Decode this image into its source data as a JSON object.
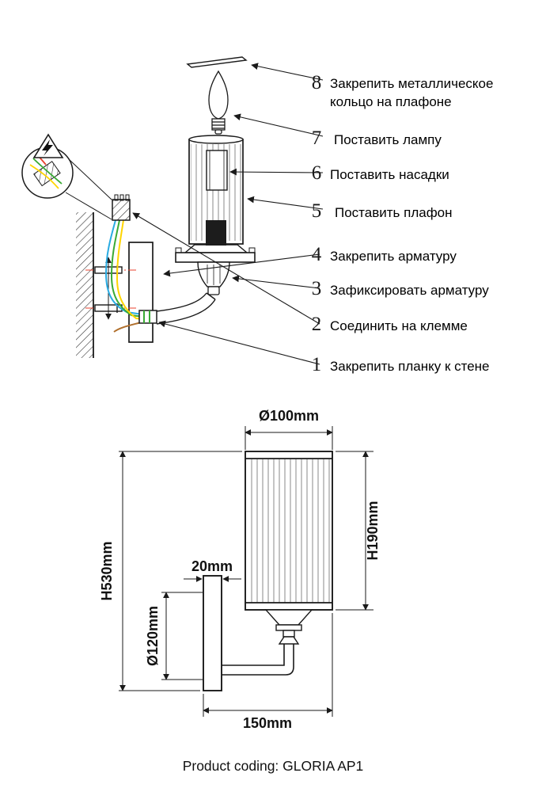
{
  "assembly": {
    "steps": [
      {
        "num": "1",
        "label": "Закрепить планку к стене"
      },
      {
        "num": "2",
        "label": "Соединить на клемме"
      },
      {
        "num": "3",
        "label": "Зафиксировать арматуру"
      },
      {
        "num": "4",
        "label": "Закрепить арматуру"
      },
      {
        "num": "5",
        "label": "Поставить плафон"
      },
      {
        "num": "6",
        "label": "Поставить насадки"
      },
      {
        "num": "7",
        "label": "Поставить лампу"
      },
      {
        "num": "8",
        "label_line1": "Закрепить металлическое",
        "label_line2": "кольцо на плафоне"
      }
    ]
  },
  "dimensions": {
    "shade_diameter": "Ø100mm",
    "shade_height": "H190mm",
    "total_height": "H530mm",
    "bracket_depth": "20mm",
    "backplate_diameter": "Ø120mm",
    "projection": "150mm"
  },
  "footer": {
    "product_coding": "Product coding: GLORIA AP1"
  },
  "colors": {
    "line": "#1a1a1a",
    "wire_blue": "#29abe2",
    "wire_green": "#3aaa35",
    "wire_yellow": "#ffd500",
    "wire_brown": "#b06f2c",
    "centerline_red": "#e8412c"
  }
}
